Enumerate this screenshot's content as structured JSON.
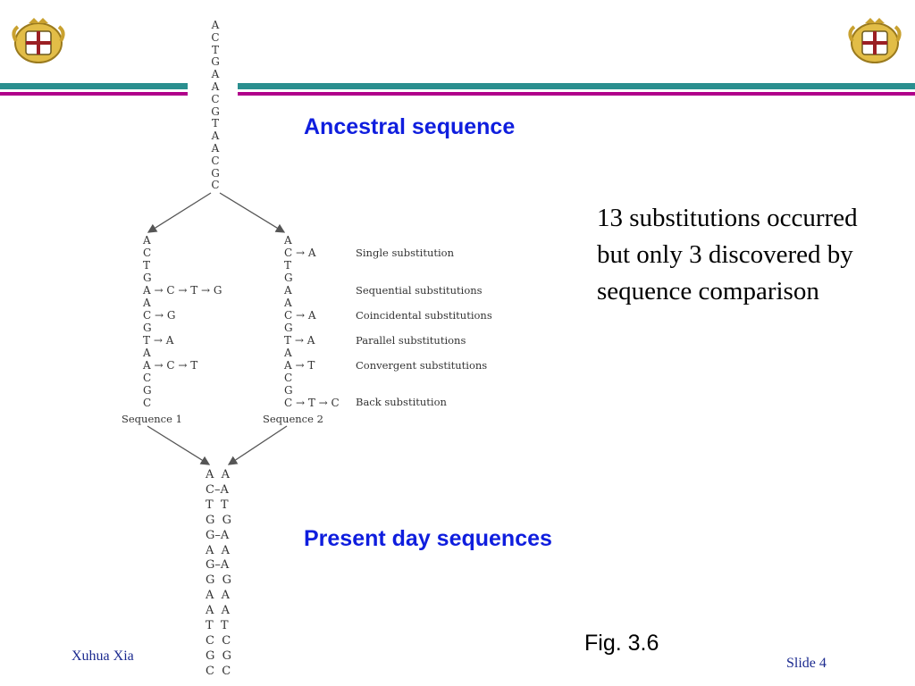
{
  "slide": {
    "heading_ancestral": "Ancestral sequence",
    "heading_present": "Present day sequences",
    "note": "13 substitutions occurred but only 3 discovered by sequence comparison",
    "figure_ref": "Fig. 3.6",
    "author": "Xuhua Xia",
    "slide_number": "Slide 4"
  },
  "colors": {
    "teal": "#2a8f8f",
    "magenta": "#b0008a",
    "heading_blue": "#0f1ede"
  },
  "diagram": {
    "ancestral": [
      "A",
      "C",
      "T",
      "G",
      "A",
      "A",
      "C",
      "G",
      "T",
      "A",
      "A",
      "C",
      "G",
      "C"
    ],
    "sequence1": {
      "label": "Sequence 1",
      "rows": [
        "A",
        "C",
        "T",
        "G",
        "A → C → T → G",
        "A",
        "C → G",
        "G",
        "T → A",
        "A",
        "A → C → T",
        "C",
        "G",
        "C"
      ]
    },
    "sequence2": {
      "label": "Sequence 2",
      "rows": [
        "A",
        "C → A",
        "T",
        "G",
        "A",
        "A",
        "C → A",
        "G",
        "T → A",
        "A",
        "A → T",
        "C",
        "G",
        "C → T → C"
      ]
    },
    "substitution_types": [
      "Single substitution",
      "Sequential substitutions",
      "Coincidental substitutions",
      "Parallel substitutions",
      "Convergent substitutions",
      "Back substitution"
    ],
    "present_day": [
      "A  A",
      "C–A",
      "T  T",
      "G  G",
      "G–A",
      "A  A",
      "G–A",
      "G  G",
      "A  A",
      "A  A",
      "T  T",
      "C  C",
      "G  G",
      "C  C"
    ]
  }
}
